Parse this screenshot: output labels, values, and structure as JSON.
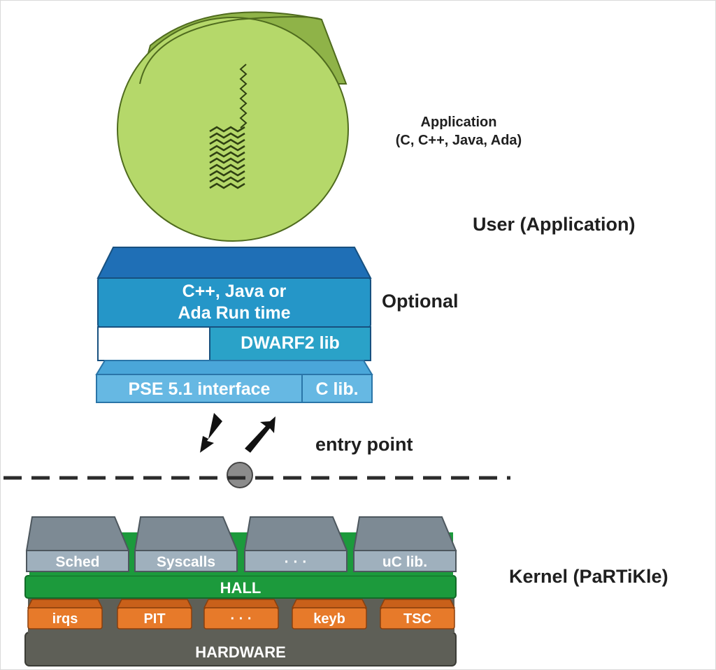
{
  "application": {
    "title": "Application",
    "languages": "(C, C++, Java, Ada)"
  },
  "levels": {
    "user": "User (Application)",
    "optional": "Optional",
    "entry": "entry point",
    "kernel": "Kernel (PaRTiKle)"
  },
  "runtime": {
    "line1": "C++, Java or",
    "line2": "Ada Run time",
    "dwarf": "DWARF2 lib",
    "pse": "PSE 5.1 interface",
    "clib": "C lib."
  },
  "kernel": {
    "modules": [
      "Sched",
      "Syscalls",
      "· · ·",
      "uC lib."
    ],
    "hal": "HALL",
    "drivers": [
      "irqs",
      "PIT",
      "· · ·",
      "keyb",
      "TSC"
    ],
    "hardware": "HARDWARE"
  },
  "colors": {
    "cylinder_face": "#b5d86a",
    "cylinder_side": "#8fb348",
    "runtime_top": "#1f6fb6",
    "runtime_face": "#2596c8",
    "dwarf": "#2aa2c8",
    "pse": "#66b8e3",
    "module_top": "#7d8a94",
    "module_face": "#9fb0bd",
    "hal": "#1c9a3c",
    "driver": "#e77a2a",
    "hardware": "#5e5f57"
  }
}
